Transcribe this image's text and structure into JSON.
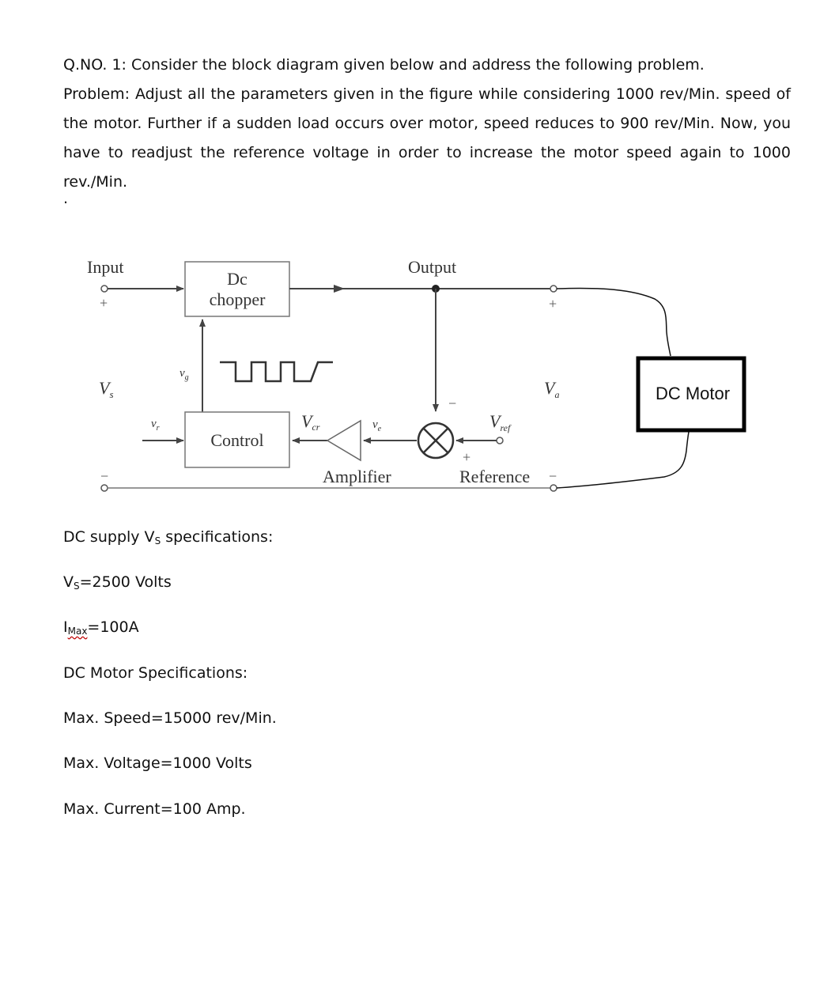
{
  "question": {
    "title": "Q.NO. 1: Consider the block diagram given below and address the following problem.",
    "problem": "Problem: Adjust all the parameters given in the figure while considering 1000 rev/Min. speed of the motor. Further if a sudden load occurs over motor, speed reduces to 900 rev/Min. Now, you have to readjust the reference voltage in order to increase the motor speed again to 1000 rev./Min.",
    "dot": "."
  },
  "diagram": {
    "input_label": "Input",
    "output_label": "Output",
    "chopper_line1": "Dc",
    "chopper_line2": "chopper",
    "control_label": "Control",
    "amplifier_label": "Amplifier",
    "reference_label": "Reference",
    "motor_label": "DC Motor",
    "vs": "V",
    "vs_sub": "s",
    "vg": "v",
    "vg_sub": "g",
    "vr": "v",
    "vr_sub": "r",
    "vcr": "V",
    "vcr_sub": "cr",
    "ve": "v",
    "ve_sub": "e",
    "vref": "V",
    "vref_sub": "ref",
    "va": "V",
    "va_sub": "a",
    "plus": "+",
    "minus": "−"
  },
  "specs": {
    "supply_heading_pre": "DC supply V",
    "supply_heading_sub": "S",
    "supply_heading_post": " specifications:",
    "vs_pre": "V",
    "vs_sub": "S",
    "vs_post": "=2500 Volts",
    "imax_pre": "I",
    "imax_sub": "Max",
    "imax_post": "=100A",
    "motor_heading": "DC Motor Specifications:",
    "max_speed": "Max. Speed=15000 rev/Min.",
    "max_voltage": "Max. Voltage=1000 Volts",
    "max_current": "Max. Current=100 Amp."
  }
}
